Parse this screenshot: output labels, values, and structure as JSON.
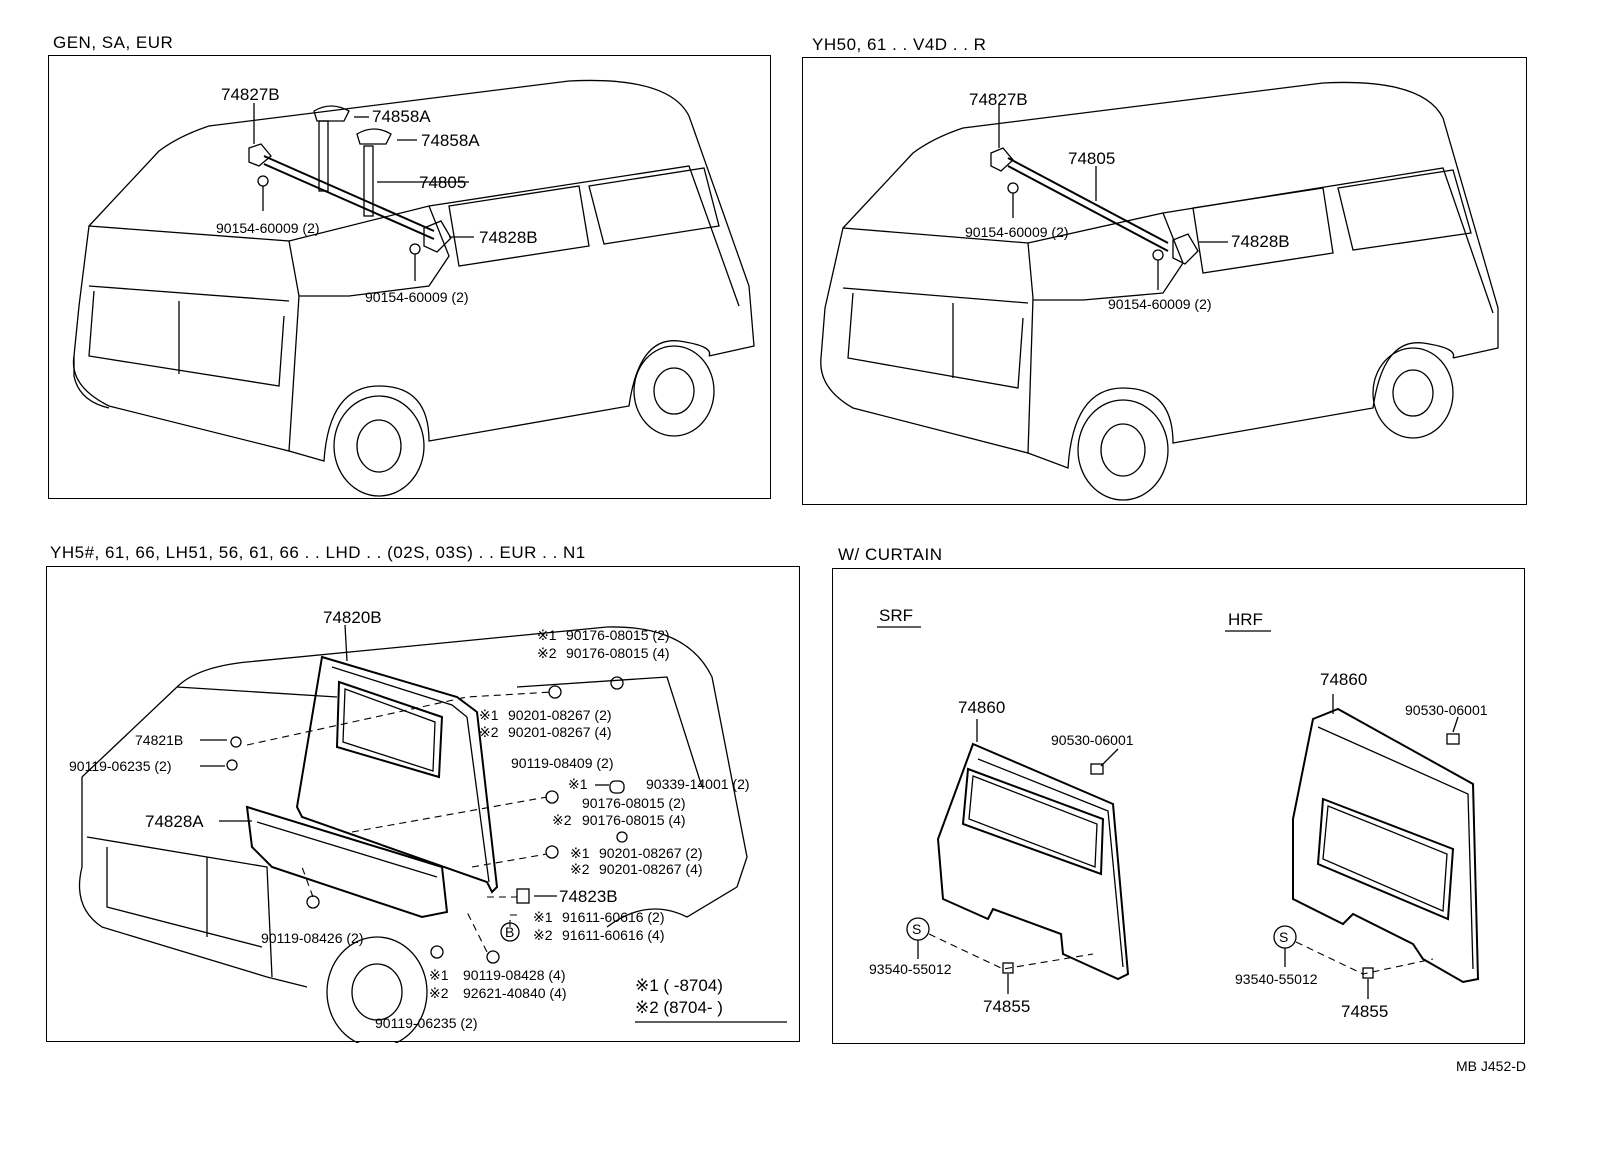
{
  "panels": {
    "p1": {
      "title": "GEN, SA, EUR",
      "labels": [
        "74827B",
        "74858A",
        "74858A",
        "74805",
        "90154-60009 (2)",
        "74828B",
        "90154-60009 (2)"
      ]
    },
    "p2": {
      "title": "YH50, 61 . . V4D . . R",
      "labels": [
        "74827B",
        "74805",
        "90154-60009 (2)",
        "74828B",
        "90154-60009 (2)"
      ]
    },
    "p3": {
      "title": "YH5#, 61, 66, LH51, 56, 61, 66 . . LHD . . (02S, 03S) . . EUR . . N1",
      "labels": {
        "panel": "74820B",
        "bracket": "74821B",
        "bolt_top": "90119-06235 (2)",
        "lower_panel": "74828A",
        "bolt_lower": "90119-08426 (2)",
        "bolt_bottom": "90119-06235 (2)",
        "hinge": "74823B",
        "r1a": "90176-08015 (2)",
        "r1b": "90176-08015 (4)",
        "r2a": "90201-08267 (2)",
        "r2b": "90201-08267 (4)",
        "r3": "90119-08409 (2)",
        "r4": "90339-14001 (2)",
        "r5a": "90176-08015 (2)",
        "r5b": "90176-08015 (4)",
        "r6a": "90201-08267 (2)",
        "r6b": "90201-08267 (4)",
        "r7a": "91611-60616 (2)",
        "r7b": "91611-60616 (4)",
        "r8a": "90119-08428 (4)",
        "r8b": "92621-40840 (4)",
        "b_mark": "B",
        "legend1": "※1 (        -8704)",
        "legend2": "※2 (8704-        )"
      },
      "marks": {
        "m1": "※1",
        "m2": "※2"
      }
    },
    "p4": {
      "title": "W/ CURTAIN",
      "srf": "SRF",
      "hrf": "HRF",
      "labels": {
        "curtain_l": "74860",
        "clip_l": "90530-06001",
        "s_l": "S",
        "screw_l": "93540-55012",
        "hook_l": "74855",
        "curtain_r": "74860",
        "clip_r": "90530-06001",
        "s_r": "S",
        "screw_r": "93540-55012",
        "hook_r": "74855"
      }
    }
  },
  "footer": "MB   J452-D"
}
